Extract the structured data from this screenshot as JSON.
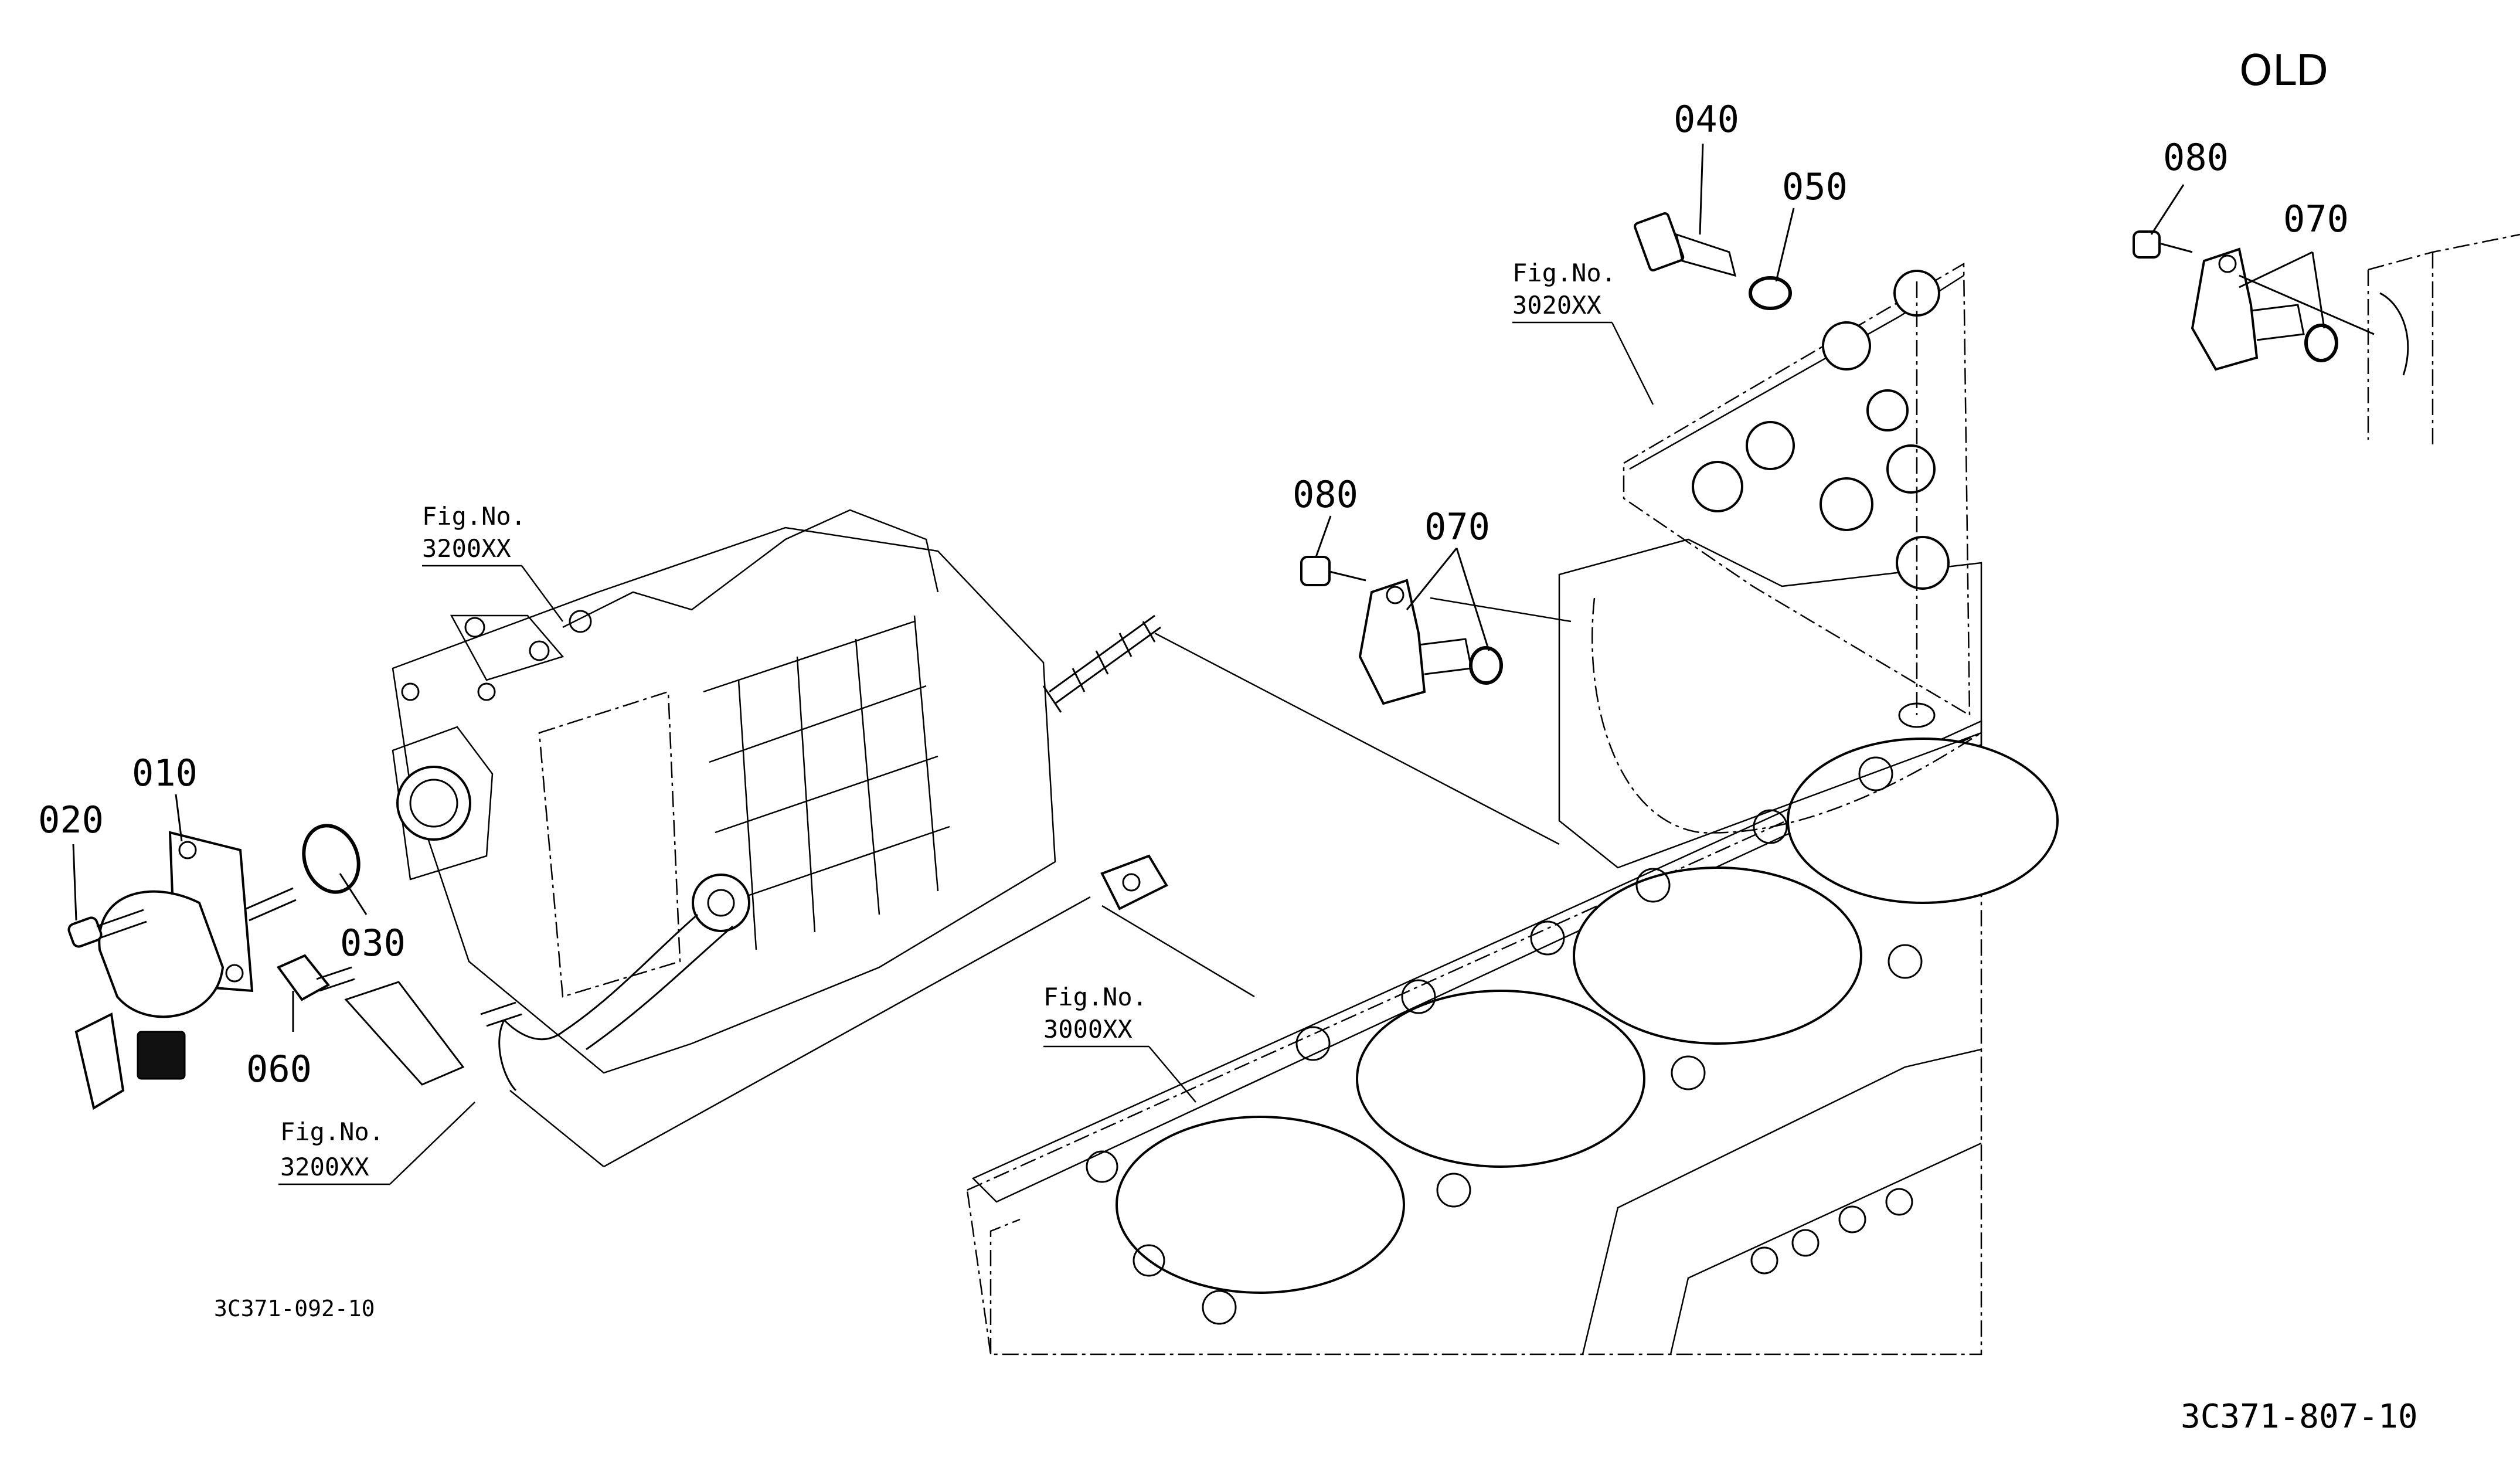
{
  "header": {
    "variant_label": "OLD"
  },
  "callouts": {
    "p010": "010",
    "p020": "020",
    "p030": "030",
    "p040": "040",
    "p050": "050",
    "p060": "060",
    "p070": "070",
    "p080": "080",
    "old_p070": "070",
    "old_p080": "080"
  },
  "figure_refs": {
    "fig_3200_top": {
      "line1": "Fig.No.",
      "line2": "3200XX"
    },
    "fig_3200_bottom": {
      "line1": "Fig.No.",
      "line2": "3200XX"
    },
    "fig_3020": {
      "line1": "Fig.No.",
      "line2": "3020XX"
    },
    "fig_3000": {
      "line1": "Fig.No.",
      "line2": "3000XX"
    }
  },
  "drawing_codes": {
    "sub_drawing": "3C371-092-10",
    "main_drawing": "3C371-807-10"
  }
}
